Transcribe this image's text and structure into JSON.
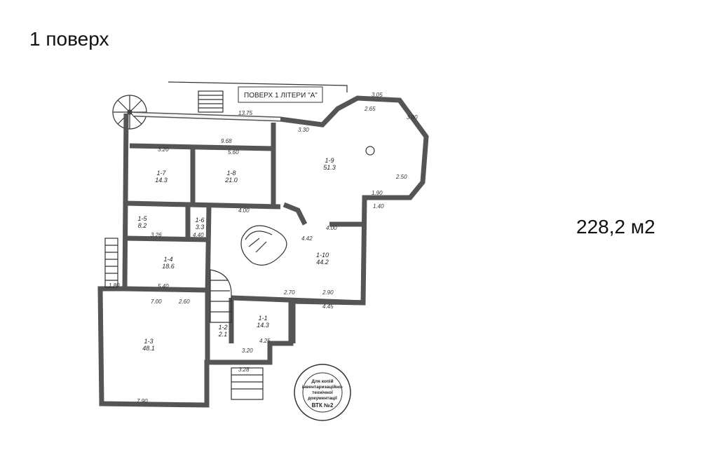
{
  "page": {
    "title": "1 поверх",
    "total_area": "228,2 м2"
  },
  "plan": {
    "heading": "ПОВЕРХ 1 ЛІТЕРИ \"А\"",
    "rooms": [
      {
        "id": "1-1",
        "area": "14.3"
      },
      {
        "id": "1-2",
        "area": "2.1"
      },
      {
        "id": "1-3",
        "area": "48.1"
      },
      {
        "id": "1-4",
        "area": "18.6"
      },
      {
        "id": "1-5",
        "area": "8.2"
      },
      {
        "id": "1-6",
        "area": "3.3"
      },
      {
        "id": "1-7",
        "area": "14.3"
      },
      {
        "id": "1-8",
        "area": "21.0"
      },
      {
        "id": "1-9",
        "area": "51.3"
      },
      {
        "id": "1-10",
        "area": "44.2"
      }
    ],
    "dimensions": [
      "13.75",
      "9.68",
      "3.20",
      "5.60",
      "3.30",
      "2.65",
      "3.05",
      "3.00",
      "4.00",
      "4.42",
      "2.70",
      "2.90",
      "4.45",
      "4.25",
      "3.20",
      "3.28",
      "7.00",
      "2.60",
      "5.40",
      "7.90",
      "1.90",
      "1.40",
      "3.26",
      "4.40",
      "2.50",
      "1.80"
    ],
    "stamp": {
      "line1": "Для копій",
      "line2": "інвентаризаційно-",
      "line3": "технічної",
      "line4": "документації",
      "line5": "ВТК №2"
    }
  }
}
